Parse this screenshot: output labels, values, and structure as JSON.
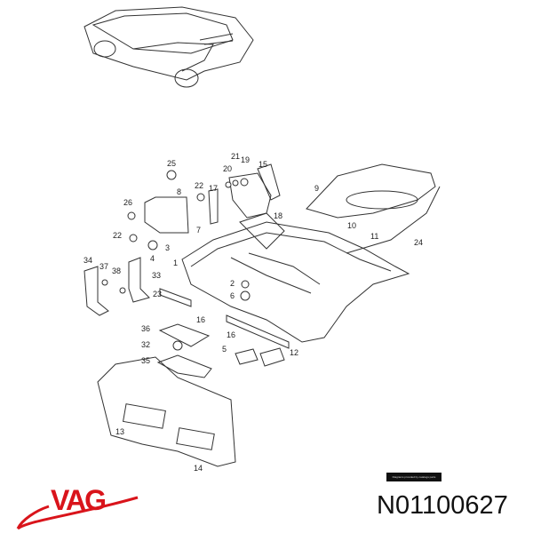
{
  "diagram": {
    "labels": [
      {
        "id": "25"
      },
      {
        "id": "8"
      },
      {
        "id": "26"
      },
      {
        "id": "22"
      },
      {
        "id": "4"
      },
      {
        "id": "3"
      },
      {
        "id": "22"
      },
      {
        "id": "17"
      },
      {
        "id": "7"
      },
      {
        "id": "21"
      },
      {
        "id": "19"
      },
      {
        "id": "20"
      },
      {
        "id": "15"
      },
      {
        "id": "18"
      },
      {
        "id": "9"
      },
      {
        "id": "10"
      },
      {
        "id": "11"
      },
      {
        "id": "24"
      },
      {
        "id": "1"
      },
      {
        "id": "34"
      },
      {
        "id": "37"
      },
      {
        "id": "38"
      },
      {
        "id": "33"
      },
      {
        "id": "23"
      },
      {
        "id": "2"
      },
      {
        "id": "6"
      },
      {
        "id": "16"
      },
      {
        "id": "16"
      },
      {
        "id": "36"
      },
      {
        "id": "32"
      },
      {
        "id": "35"
      },
      {
        "id": "5"
      },
      {
        "id": "12"
      },
      {
        "id": "13"
      },
      {
        "id": "14"
      }
    ]
  },
  "footer": {
    "brand_logo": "VAG",
    "brand_color": "#d9141b",
    "credit": "Diagrams provided by catalogs parts",
    "part_number": "N01100627"
  }
}
